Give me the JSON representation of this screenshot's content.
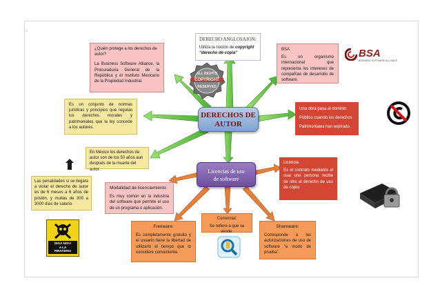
{
  "frame": {
    "dot": "."
  },
  "center": {
    "line1": "DERECHOS DE",
    "line2": "AUTOR"
  },
  "licenses_node": {
    "line1": "Licencias de uso",
    "line2": "de software"
  },
  "derecho_anglosajon": {
    "title": "DERECHO ANGLOSAJON:",
    "line1_prefix": "Utiliza la noción de ",
    "line1_em": "copyright",
    "line2": "“derecho de copia”"
  },
  "quien_protege": {
    "q1": "¿Quién protege a los derechos de",
    "q2": "autor?",
    "body": "La Business Software Alliance, la Procuraduría General de la República y el Instituto Mexicano de la Propiedad Industrial."
  },
  "bsa": {
    "title": "BSA",
    "body": "Es un organismo internacional que representa los intereses de compañías de desarrollo de software.",
    "logo_text": "BSA",
    "logo_sub": "BUSINESS SOFTWARE ALLIANCE"
  },
  "conjunto": {
    "body": "Es un conjunto de normas jurídicas y principios que regulan los derechos morales y patrimoniales que la ley concede a los autores."
  },
  "dominio": {
    "body": "Una obra pasa al dominio Público cuando los derechos Patrimoniales han expirado."
  },
  "mexico": {
    "body": "En México los derechos de autor son de los 50 años aun después de la muerte del autor."
  },
  "penalidades": {
    "body": "Las penalidades si se llegara a violar el derecho de autor es de 6 meses a 6 años de prisión, y multas de 300 a 3000 días de salario."
  },
  "modalidad": {
    "title": "Modalidad de licenciamiento",
    "body": "Es muy común en la industria del software que permite el uso de un programa o aplicación."
  },
  "licencia": {
    "title": "Licencia",
    "body": "Es el contrato mediante el cual una persona recibe de otra el derecho de uso de copia."
  },
  "comercial": {
    "title": "Comercial:",
    "body": "Se refiere a que se vende."
  },
  "freeware": {
    "title": "Freeware:",
    "body": "Es completamente gratuito y el usuario tiene la libertad de utilizarlo el tiempo que lo considere conveniente."
  },
  "shareware": {
    "title": "Shareware:",
    "body": "Corresponde a las autorizaciones de uso de software “a modo de prueba”."
  },
  "piracy_sign": {
    "line1": "DIGA NO!!!",
    "line2": "A LA",
    "line3": "PIRATERIA"
  },
  "copyright_badge": {
    "top": "ALL RIGHTS",
    "middle": "COPYRIGHT",
    "bottom": "RESERVED"
  }
}
